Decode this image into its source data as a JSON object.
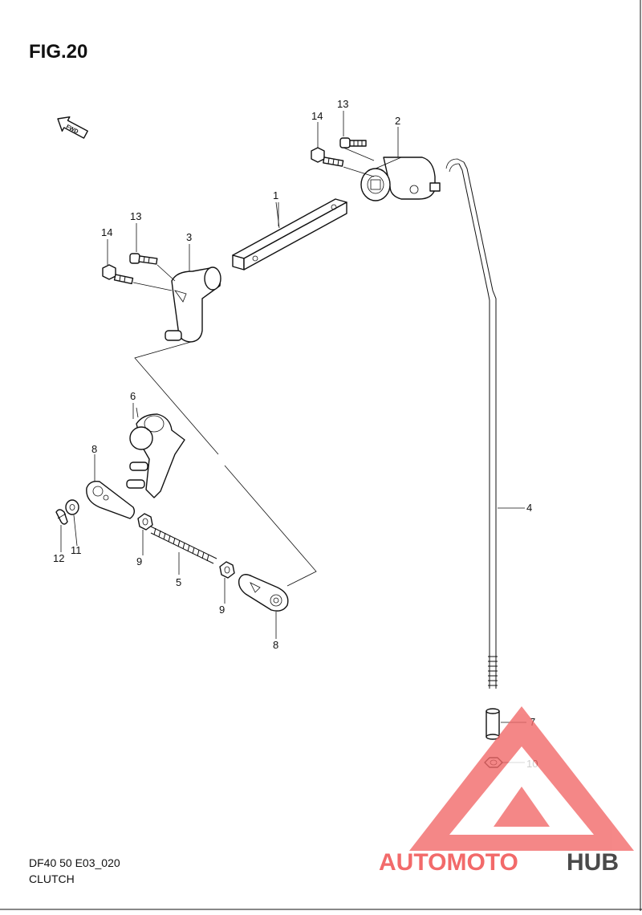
{
  "figure": {
    "title": "FIG.20",
    "code": "DF40 50 E03_020",
    "caption": "CLUTCH"
  },
  "fwd_arrow": {
    "label": "FWD"
  },
  "callouts": {
    "c1": "1",
    "c2": "2",
    "c3": "3",
    "c4": "4",
    "c5": "5",
    "c6": "6",
    "c7": "7",
    "c8a": "8",
    "c8b": "8",
    "c9a": "9",
    "c9b": "9",
    "c10": "10",
    "c11": "11",
    "c12": "12",
    "c13a": "13",
    "c13b": "13",
    "c14a": "14",
    "c14b": "14"
  },
  "watermark": {
    "word_part1": "AUTOMOTO",
    "word_part2": "HUB",
    "color_primary": "#f26a6a",
    "color_accent": "#f6b04a",
    "color_dark": "#4a4a4a"
  },
  "border_color": "#111111"
}
